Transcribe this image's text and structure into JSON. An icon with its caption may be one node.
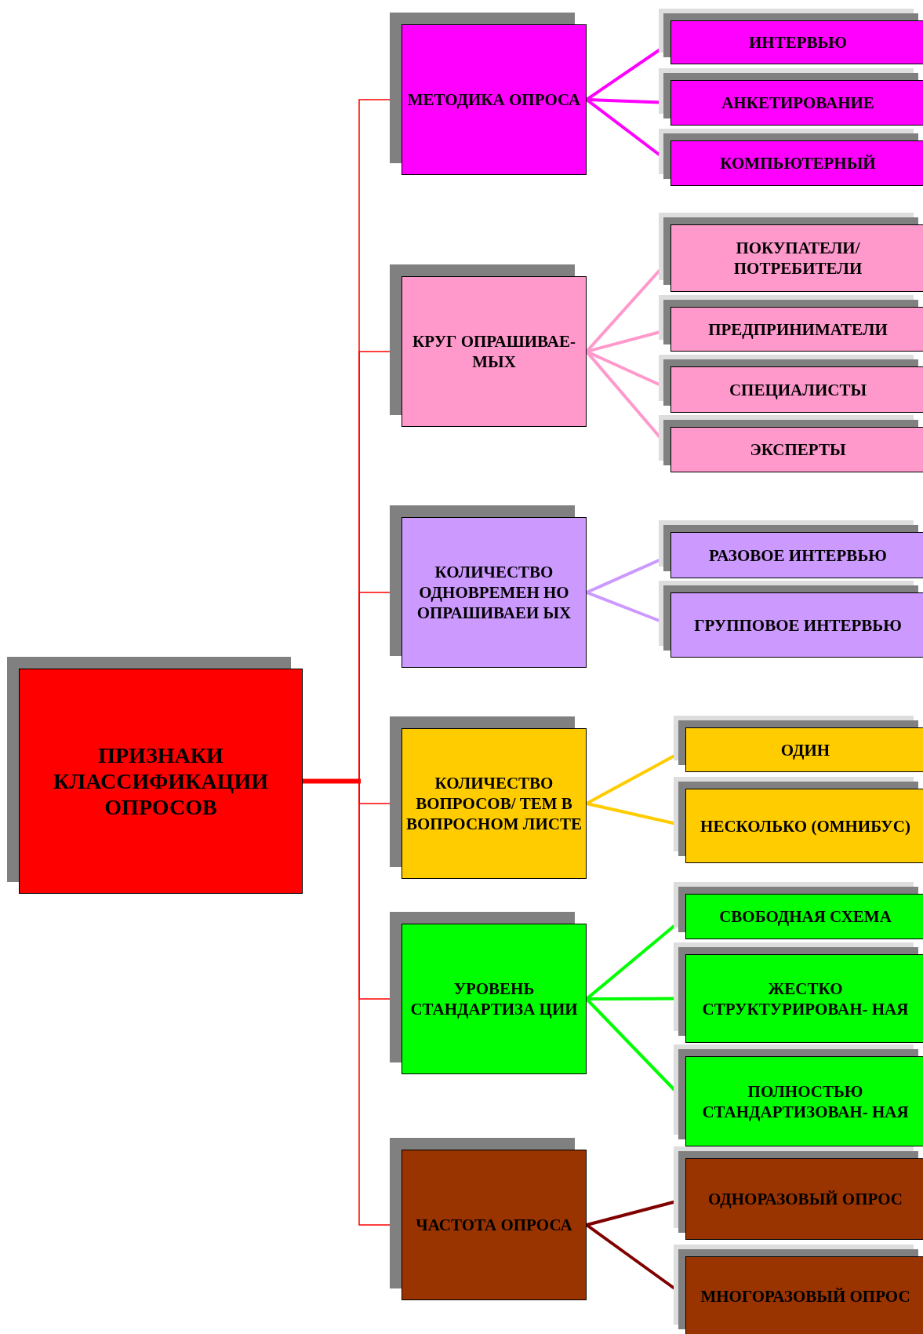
{
  "diagram": {
    "nodes": [
      {
        "text": [
          "ПРИЗНАКИ КЛАССИФИКАЦИИ ОПРОСОВ"
        ]
      },
      {
        "text": [
          "МЕТОДИКА ОПРОСА"
        ]
      },
      {
        "text": [
          "ИНТЕРВЬЮ"
        ]
      },
      {
        "text": [
          "АНКЕТИРОВАНИЕ"
        ]
      },
      {
        "text": [
          "КОМПЬЮТЕРНЫЙ"
        ]
      },
      {
        "text": [
          "КРУГ ОПРАШИВАЕ- МЫХ"
        ]
      },
      {
        "text": [
          "ПОКУПАТЕЛИ/ ПОТРЕБИТЕЛИ"
        ]
      },
      {
        "text": [
          "ПРЕДПРИНИМАТЕЛИ"
        ]
      },
      {
        "text": [
          "СПЕЦИАЛИСТЫ"
        ]
      },
      {
        "text": [
          "ЭКСПЕРТЫ"
        ]
      },
      {
        "text": [
          "КОЛИЧЕСТВО ОДНОВРЕМЕН НО ОПРАШИВАЕИ ЫХ"
        ]
      },
      {
        "text": [
          "РАЗОВОЕ ИНТЕРВЬЮ"
        ]
      },
      {
        "text": [
          "ГРУППОВОЕ ИНТЕРВЬЮ"
        ]
      },
      {
        "text": [
          "КОЛИЧЕСТВО ВОПРОСОВ/ ТЕМ В ВОПРОСНОМ ЛИСТЕ"
        ]
      },
      {
        "text": [
          "ОДИН"
        ]
      },
      {
        "text": [
          "НЕСКОЛЬКО (ОМНИБУС)"
        ]
      },
      {
        "text": [
          "УРОВЕНЬ СТАНДАРТИЗА ЦИИ"
        ]
      },
      {
        "text": [
          "СВОБОДНАЯ СХЕМА"
        ]
      },
      {
        "text": [
          "ЖЕСТКО СТРУКТУРИРОВАН- НАЯ"
        ]
      },
      {
        "text": [
          "ПОЛНОСТЬЮ СТАНДАРТИЗОВАН- НАЯ"
        ]
      },
      {
        "text": [
          "ЧАСТОТА ОПРОСА"
        ]
      },
      {
        "text": [
          "ОДНОРАЗОВЫЙ ОПРОС"
        ]
      },
      {
        "text": [
          "МНОГОРАЗОВЫЙ ОПРОС"
        ]
      }
    ],
    "edges": [
      {
        "from": 0,
        "to": 1,
        "arrow": "none",
        "color": "#ff0000"
      },
      {
        "from": 0,
        "to": 5,
        "arrow": "none",
        "color": "#ff0000"
      },
      {
        "from": 0,
        "to": 10,
        "arrow": "none",
        "color": "#ff0000"
      },
      {
        "from": 0,
        "to": 13,
        "arrow": "none",
        "color": "#ff0000"
      },
      {
        "from": 0,
        "to": 16,
        "arrow": "none",
        "color": "#ff0000"
      },
      {
        "from": 0,
        "to": 20,
        "arrow": "none",
        "color": "#ff0000"
      },
      {
        "from": 1,
        "to": 2,
        "arrow": "none",
        "color": "#ff00ff"
      },
      {
        "from": 1,
        "to": 3,
        "arrow": "none",
        "color": "#ff00ff"
      },
      {
        "from": 1,
        "to": 4,
        "arrow": "none",
        "color": "#ff00ff"
      },
      {
        "from": 5,
        "to": 6,
        "arrow": "none",
        "color": "#ff99cc"
      },
      {
        "from": 5,
        "to": 7,
        "arrow": "none",
        "color": "#ff99cc"
      },
      {
        "from": 5,
        "to": 8,
        "arrow": "none",
        "color": "#ff99cc"
      },
      {
        "from": 5,
        "to": 9,
        "arrow": "none",
        "color": "#ff99cc"
      },
      {
        "from": 10,
        "to": 11,
        "arrow": "none",
        "color": "#cc99ff"
      },
      {
        "from": 10,
        "to": 12,
        "arrow": "none",
        "color": "#cc99ff"
      },
      {
        "from": 13,
        "to": 14,
        "arrow": "none",
        "color": "#ffcc00"
      },
      {
        "from": 13,
        "to": 15,
        "arrow": "none",
        "color": "#ffcc00"
      },
      {
        "from": 16,
        "to": 17,
        "arrow": "none",
        "color": "#00ff00"
      },
      {
        "from": 16,
        "to": 18,
        "arrow": "none",
        "color": "#00ff00"
      },
      {
        "from": 16,
        "to": 19,
        "arrow": "none",
        "color": "#00ff00"
      },
      {
        "from": 20,
        "to": 21,
        "arrow": "none",
        "color": "#800000"
      },
      {
        "from": 20,
        "to": 22,
        "arrow": "none",
        "color": "#800000"
      }
    ]
  }
}
